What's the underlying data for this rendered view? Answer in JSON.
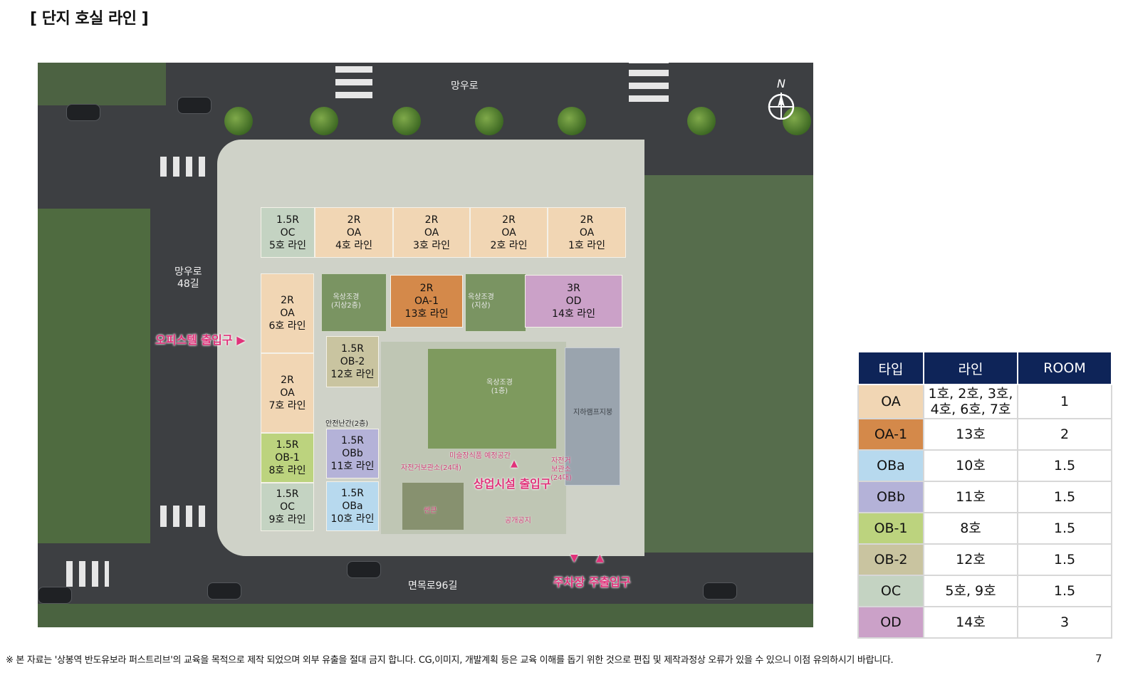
{
  "title": "[ 단지 호실 라인 ]",
  "roads": {
    "top": "망우로",
    "left_line1": "망우로",
    "left_line2": "48길",
    "bottom": "면목로96길"
  },
  "entrances": {
    "officetel": "오피스텔 출입구",
    "commercial": "상업시설 출입구",
    "parking": "주차장 주출입구"
  },
  "units": [
    {
      "id": "5",
      "l1": "1.5R",
      "l2": "OC",
      "l3": "5호 라인"
    },
    {
      "id": "4",
      "l1": "2R",
      "l2": "OA",
      "l3": "4호 라인"
    },
    {
      "id": "3",
      "l1": "2R",
      "l2": "OA",
      "l3": "3호 라인"
    },
    {
      "id": "2",
      "l1": "2R",
      "l2": "OA",
      "l3": "2호 라인"
    },
    {
      "id": "1",
      "l1": "2R",
      "l2": "OA",
      "l3": "1호 라인"
    },
    {
      "id": "6",
      "l1": "2R",
      "l2": "OA",
      "l3": "6호 라인"
    },
    {
      "id": "13",
      "l1": "2R",
      "l2": "OA-1",
      "l3": "13호 라인"
    },
    {
      "id": "14",
      "l1": "3R",
      "l2": "OD",
      "l3": "14호 라인"
    },
    {
      "id": "12",
      "l1": "1.5R",
      "l2": "OB-2",
      "l3": "12호 라인"
    },
    {
      "id": "7",
      "l1": "2R",
      "l2": "OA",
      "l3": "7호 라인"
    },
    {
      "id": "8",
      "l1": "1.5R",
      "l2": "OB-1",
      "l3": "8호 라인"
    },
    {
      "id": "11",
      "l1": "1.5R",
      "l2": "OBb",
      "l3": "11호 라인"
    },
    {
      "id": "9",
      "l1": "1.5R",
      "l2": "OC",
      "l3": "9호 라인"
    },
    {
      "id": "10",
      "l1": "1.5R",
      "l2": "OBa",
      "l3": "10호 라인"
    }
  ],
  "site_notes": {
    "rooftop_1": "옥상조경",
    "rooftop_1b": "(지상2층)",
    "rooftop_2": "옥상조경",
    "rooftop_2b": "(지상)",
    "courtyard": "옥상조경",
    "courtyard_b": "(1층)",
    "ramp_roof": "지하램프지붕",
    "art_space": "미술장식품 예정공간",
    "bike_parking": "자전거보관소(24대)",
    "bike_parking_2a": "자전거",
    "bike_parking_2b": "보관소",
    "bike_parking_2c": "(24대)",
    "sunken": "썬큰",
    "public_space": "공개공지",
    "deck": "안전난간(2층)"
  },
  "legend": {
    "headers": [
      "타입",
      "라인",
      "ROOM"
    ],
    "rows": [
      {
        "type": "OA",
        "line": "1호, 2호, 3호,\n4호, 6호, 7호",
        "room": "1",
        "color": "#f1d6b4"
      },
      {
        "type": "OA-1",
        "line": "13호",
        "room": "2",
        "color": "#d4894a"
      },
      {
        "type": "OBa",
        "line": "10호",
        "room": "1.5",
        "color": "#b7d9ee"
      },
      {
        "type": "OBb",
        "line": "11호",
        "room": "1.5",
        "color": "#b4b2d8"
      },
      {
        "type": "OB-1",
        "line": "8호",
        "room": "1.5",
        "color": "#bcd37e"
      },
      {
        "type": "OB-2",
        "line": "12호",
        "room": "1.5",
        "color": "#c9c4a0"
      },
      {
        "type": "OC",
        "line": "5호, 9호",
        "room": "1.5",
        "color": "#c4d3c2"
      },
      {
        "type": "OD",
        "line": "14호",
        "room": "3",
        "color": "#cba1c8"
      }
    ]
  },
  "footer": "※ 본 자료는 '상봉역 반도유보라 퍼스트리브'의 교육을 목적으로 제작 되었으며 외부 유출을 절대 금지 합니다. CG,이미지, 개발계획 등은 교육 이해를 돕기 위한 것으로 편집 및 제작과정상 오류가 있을 수 있으니 이점 유의하시기 바랍니다.",
  "page_number": "7",
  "colors": {
    "header_navy": "#0e2458",
    "entrance_pink": "#e0327a",
    "OA": "#f1d6b4",
    "OA-1": "#d4894a",
    "OBa": "#b7d9ee",
    "OBb": "#b4b2d8",
    "OB-1": "#bcd37e",
    "OB-2": "#c9c4a0",
    "OC": "#c4d3c2",
    "OD": "#cba1c8"
  },
  "icons": {
    "compass": "north-arrow-icon",
    "entrance_arrow": "triangle-arrow-icon"
  }
}
